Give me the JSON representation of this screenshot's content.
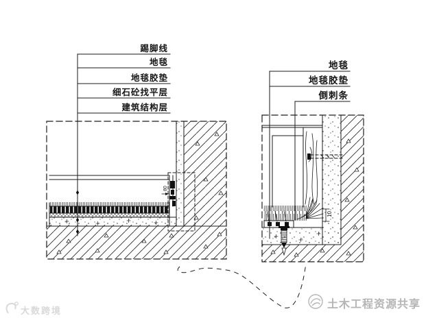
{
  "figure": {
    "left_detail": {
      "callout_labels": [
        {
          "text": "踢脚线"
        },
        {
          "text": "地毯"
        },
        {
          "text": "地毯胶垫"
        },
        {
          "text": "细石砼找平层"
        },
        {
          "text": "建筑结构层"
        }
      ],
      "dimension_skirting": "80"
    },
    "right_detail": {
      "callout_labels": [
        {
          "text": "地毯"
        },
        {
          "text": "地毯胶垫"
        },
        {
          "text": "倒刺条"
        }
      ],
      "dimension_gripper": "10"
    }
  },
  "watermarks": {
    "bottom_left_brand": "大数跨境",
    "bottom_right_brand": "土木工程资源共享"
  },
  "colors": {
    "line": "#1a1a1a",
    "watermark_light": "#d9d9d9",
    "watermark_gray": "#b5b5b5",
    "background": "#ffffff"
  }
}
